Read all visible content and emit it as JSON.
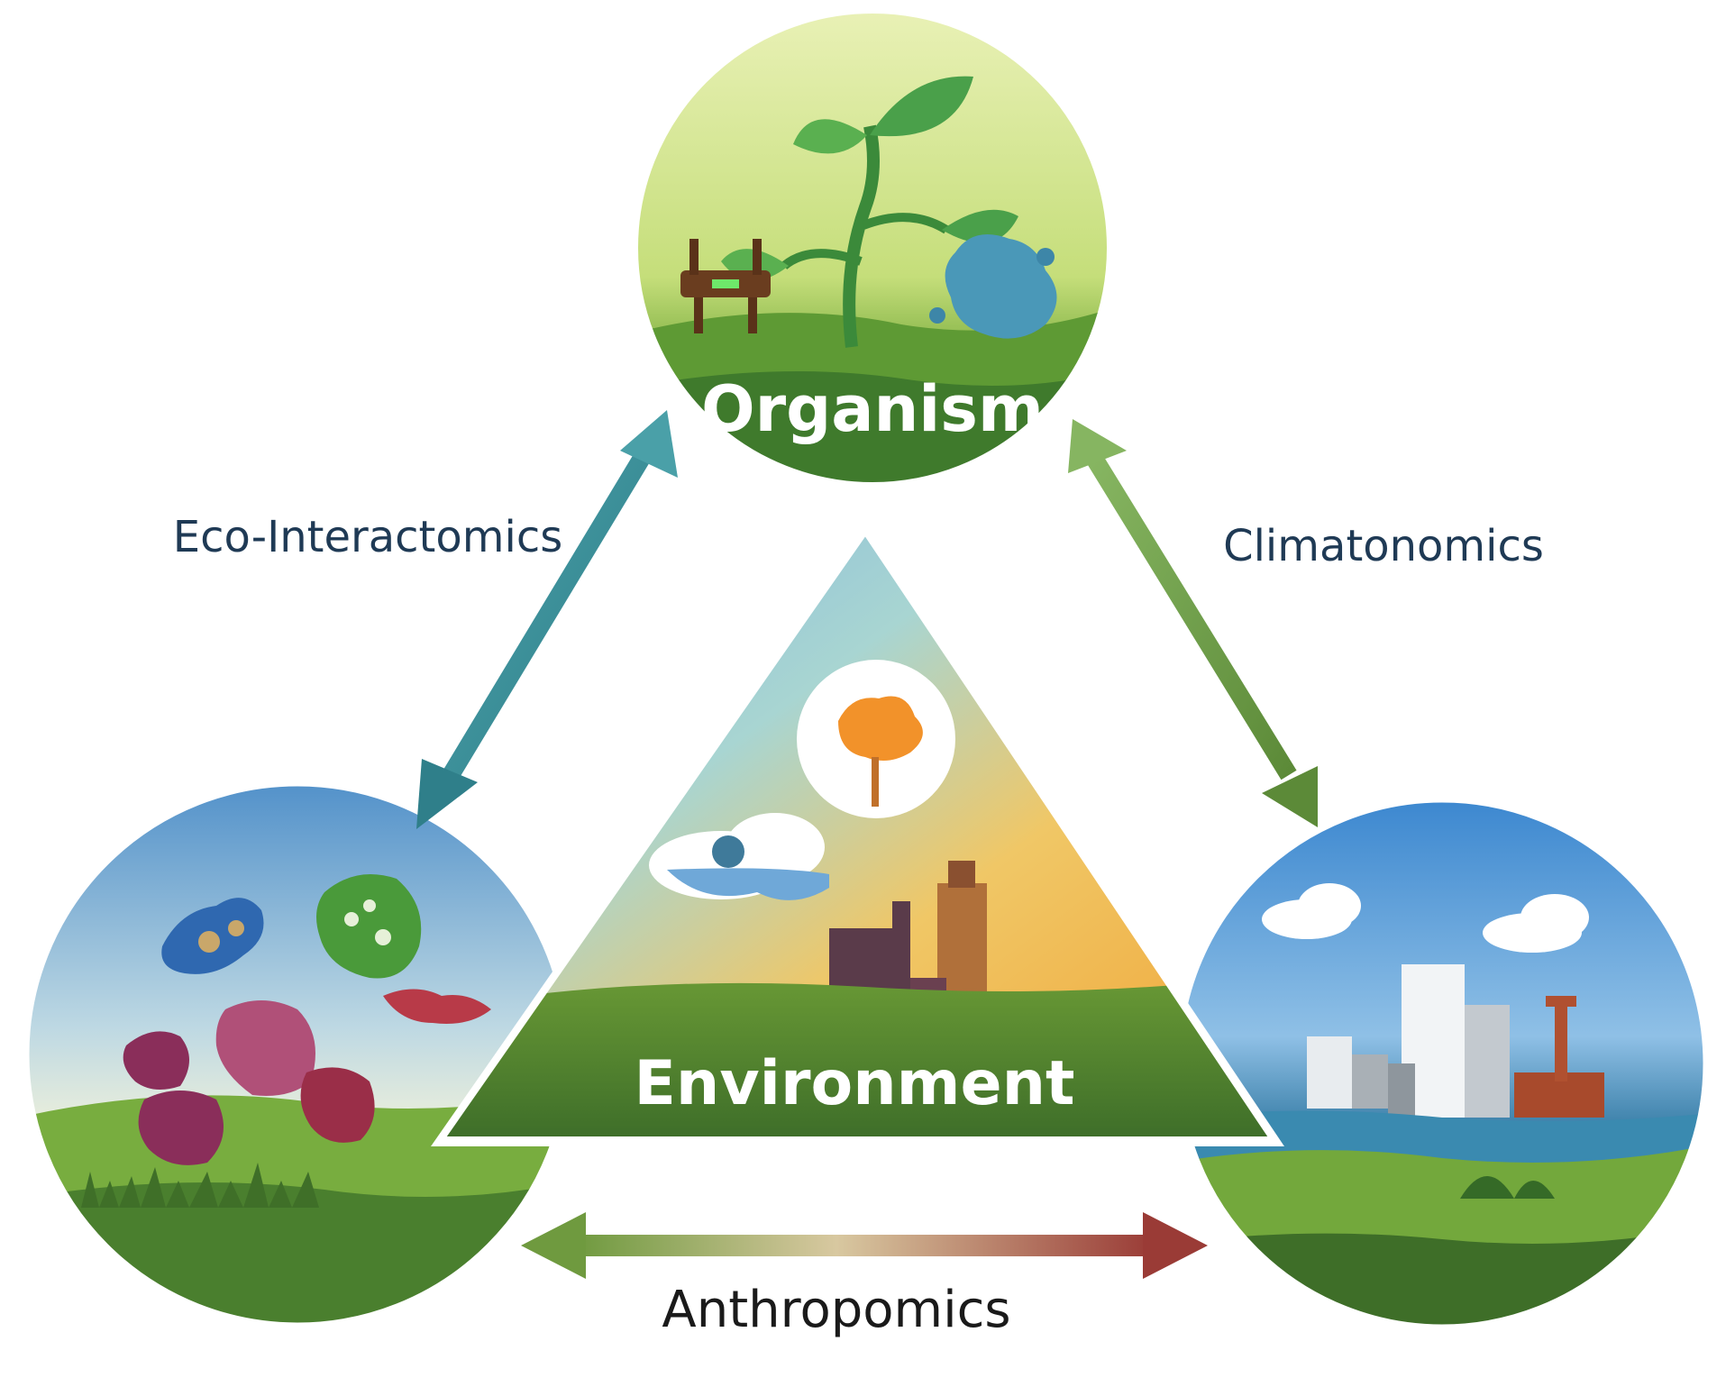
{
  "nodes": {
    "organism": {
      "label": "Organism"
    },
    "environment": {
      "label": "Environment"
    }
  },
  "relations": {
    "eco_interactomics": {
      "label": "Eco-Interactomics"
    },
    "climatonomics": {
      "label": "Climatonomics"
    },
    "anthropomics": {
      "label": "Anthropomics"
    }
  },
  "colors": {
    "eco_arrow": "#3f8f9a",
    "clim_arrow": "#6a9a45",
    "anthro_start": "#6f9a3f",
    "anthro_end": "#9a3b36",
    "relation_text_dark": "#1f3a55",
    "relation_text_black": "#1a1a1a",
    "node_text": "#ffffff"
  }
}
